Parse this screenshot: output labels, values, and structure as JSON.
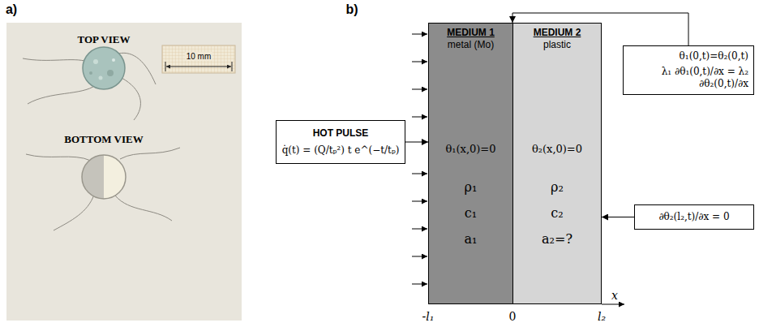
{
  "diagram": {
    "nodes": [
      {
        "text": [
          "HOT PULSE",
          "q̇(t) = (Q/tₚ²) t e^(−t/tₚ)"
        ]
      },
      {
        "text": [
          "MEDIUM 1",
          "metal (Mo)",
          "θ₁(x,0)=0",
          "ρ₁",
          "c₁",
          "a₁"
        ]
      },
      {
        "text": [
          "MEDIUM 2",
          "plastic",
          "θ₂(x,0)=0",
          "ρ₂",
          "c₂",
          "a₂=?"
        ]
      },
      {
        "text": [
          "θ₁(0,t)=θ₂(0,t)",
          "λ₁ ∂θ₁(0,t)/∂x = λ₂ ∂θ₂(0,t)/∂x"
        ]
      },
      {
        "text": [
          "∂θ₂(l₂,t)/∂x = 0"
        ]
      }
    ],
    "edges": [
      {
        "from": 0,
        "to": 1,
        "arrow": "to"
      },
      {
        "from": 3,
        "to": 2,
        "arrow": "to"
      },
      {
        "from": 4,
        "to": 2,
        "arrow": "to"
      }
    ],
    "labels": [
      "a)",
      "b)",
      "TOP VIEW",
      "10 mm",
      "BOTTOM VIEW",
      "x",
      "-l₁",
      "0",
      "l₂"
    ]
  }
}
